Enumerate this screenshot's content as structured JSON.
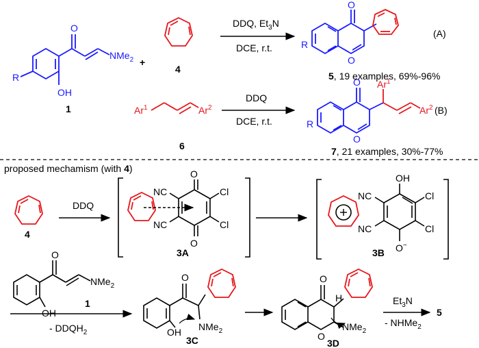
{
  "reaction_a": {
    "reagents": "DDQ, Et3N",
    "conditions": "DCE, r.t.",
    "label": "(A)",
    "product_num": "5",
    "product_summary": ", 19 examples, 69%-96%",
    "reactant1_num": "1",
    "reactant2_num": "4",
    "r_label": "R",
    "oh_label": "OH",
    "nme2_label": "NMe",
    "o_label": "O",
    "plus": "+"
  },
  "reaction_b": {
    "reagents": "DDQ",
    "conditions": "DCE, r.t.",
    "label": "(B)",
    "reactant_num": "6",
    "product_num": "7",
    "product_summary": ", 21 examples, 30%-77%",
    "ar": "Ar"
  },
  "mechanism": {
    "heading_prefix": "proposed mechamism (with ",
    "heading_num": "4",
    "heading_suffix": ")",
    "ddq": "DDQ",
    "nc": "NC",
    "cl": "Cl",
    "oh": "OH",
    "o_minus": "O",
    "cmpd_4": "4",
    "cmpd_3a": "3A",
    "cmpd_3b": "3B",
    "cmpd_1": "1",
    "cmpd_3c": "3C",
    "cmpd_3d": "3D",
    "cmpd_5": "5",
    "ddqh2": "- DDQH",
    "et3n": "Et",
    "nhme2": "- NHMe",
    "h": "H"
  }
}
